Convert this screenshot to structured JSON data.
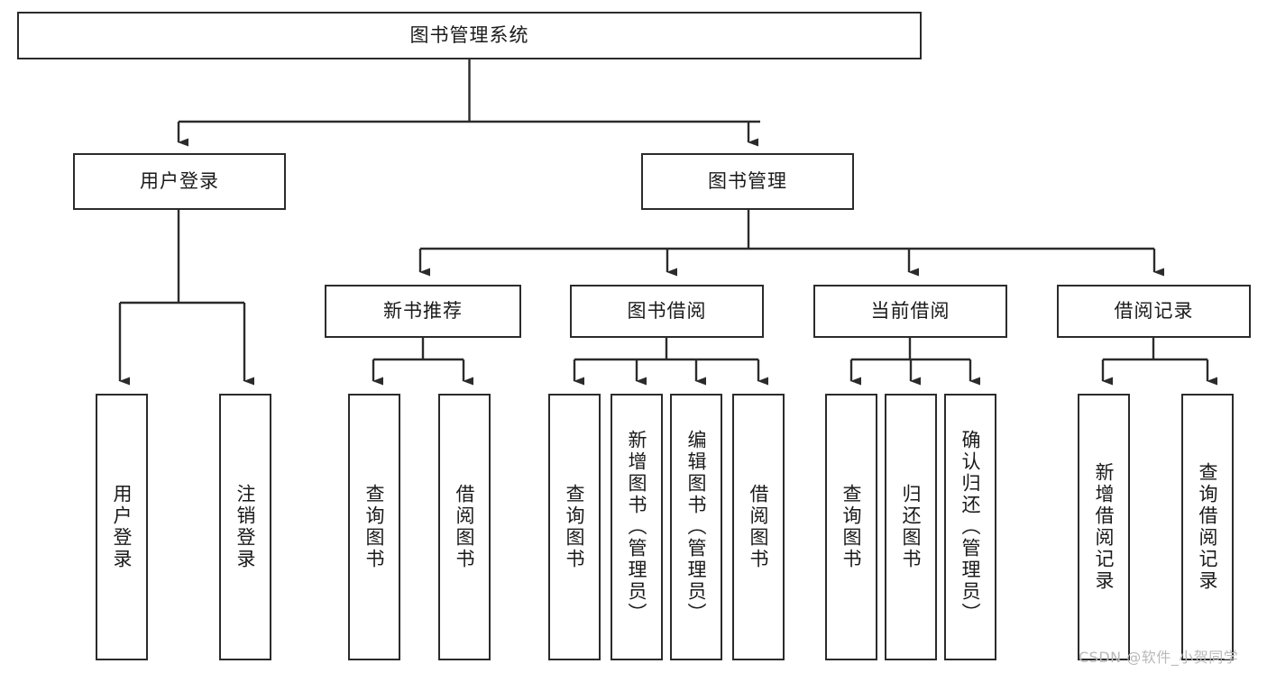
{
  "diagram": {
    "title_node": {
      "label": "图书管理系统"
    },
    "level2": [
      {
        "id": "user-login",
        "label": "用户登录"
      },
      {
        "id": "book-management",
        "label": "图书管理"
      }
    ],
    "level3": [
      {
        "id": "new-book-recommend",
        "label": "新书推荐"
      },
      {
        "id": "book-borrow",
        "label": "图书借阅"
      },
      {
        "id": "current-borrow",
        "label": "当前借阅"
      },
      {
        "id": "borrow-record",
        "label": "借阅记录"
      }
    ],
    "leaves": {
      "user_login": [
        {
          "id": "leaf-user-login",
          "label": "用户登录"
        },
        {
          "id": "leaf-user-logout",
          "label": "注销登录"
        }
      ],
      "new_book_recommend": [
        {
          "id": "leaf-query-book-1",
          "label": "查询图书"
        },
        {
          "id": "leaf-borrow-book-1",
          "label": "借阅图书"
        }
      ],
      "book_borrow": [
        {
          "id": "leaf-query-book-2",
          "label": "查询图书"
        },
        {
          "id": "leaf-add-book",
          "label": "新增图书（管理员）"
        },
        {
          "id": "leaf-edit-book",
          "label": "编辑图书（管理员）"
        },
        {
          "id": "leaf-borrow-book-2",
          "label": "借阅图书"
        }
      ],
      "current_borrow": [
        {
          "id": "leaf-query-book-3",
          "label": "查询图书"
        },
        {
          "id": "leaf-return-book",
          "label": "归还图书"
        },
        {
          "id": "leaf-confirm-return",
          "label": "确认归还（管理员）"
        }
      ],
      "borrow_record": [
        {
          "id": "leaf-add-record",
          "label": "新增借阅记录"
        },
        {
          "id": "leaf-query-record",
          "label": "查询借阅记录"
        }
      ]
    }
  },
  "watermark": {
    "text": "CSDN @软件_小贺同学"
  },
  "colors": {
    "stroke": "#2b2b2b",
    "background": "#ffffff",
    "text": "#1a1a1a",
    "watermark": "#b9b9b9"
  }
}
